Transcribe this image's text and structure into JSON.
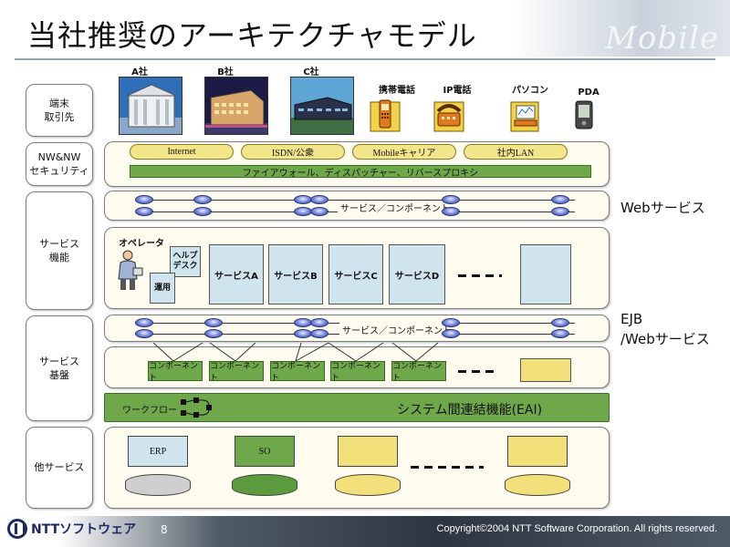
{
  "title": "当社推奨のアーキテクチャモデル",
  "banner_text": "Mobile",
  "categories": [
    "端末\n取引先",
    "NW&NW\nセキュリティ",
    "サービス\n機能",
    "サービス\n基盤",
    "他サービス"
  ],
  "terminals": {
    "company_a": "A社",
    "company_b": "B社",
    "company_c": "C社",
    "mobile_phone": "携帯電話",
    "ip_phone": "IP電話",
    "pc": "パソコン",
    "pda": "PDA"
  },
  "network": {
    "pills": [
      "Internet",
      "ISDN/公衆",
      "Mobileキャリア",
      "社内LAN"
    ],
    "security_bar": "ファイアウォール、ディスパッチャー、リバースプロキシ"
  },
  "web_services_bus": "サービス／コンポーネント",
  "web_services_label": "Webサービス",
  "service_functions": {
    "operator": "オペレータ",
    "help_desk": "ヘルプ\nデスク",
    "operation": "運用",
    "services": [
      "サービスA",
      "サービスB",
      "サービスC",
      "サービスD"
    ]
  },
  "ejb_bus": "サービス／コンポーネント",
  "ejb_label": "EJB\n/Webサービス",
  "components": [
    "コンポーネント",
    "コンポーネント",
    "コンポーネント",
    "コンポーネント",
    "コンポーネント"
  ],
  "workflow": "ワークフロー",
  "eai_bar": "システム間連結機能(EAI)",
  "other_services": [
    "ERP",
    "SO"
  ],
  "footer": {
    "logo": "NTTソフトウェア",
    "page": "8",
    "copyright": "Copyright©2004 NTT Software Corporation. All rights reserved."
  },
  "colors": {
    "service_box": "#cfe4ec",
    "component_green": "#6fa84a",
    "pill_yellow": "#f3e58a",
    "band_bg": "#fdfcef",
    "placeholder_yellow": "#f2e07a"
  }
}
